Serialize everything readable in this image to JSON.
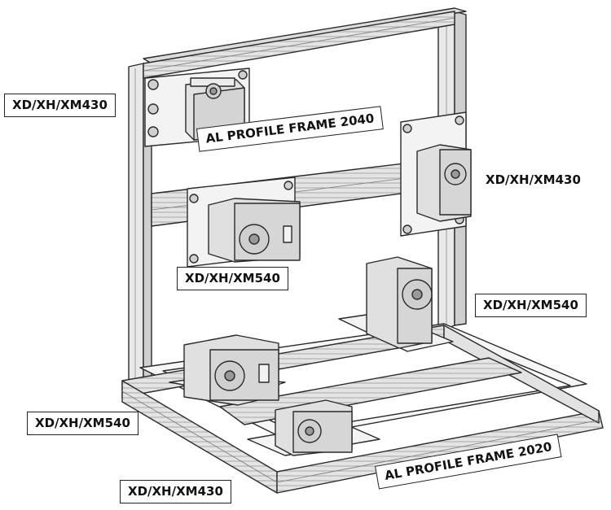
{
  "labels": {
    "servo_top_left": "XD/XH/XM430",
    "frame_2040": "AL PROFILE FRAME 2040",
    "servo_right_upper": "XD/XH/XM430",
    "servo_middle_left": "XD/XH/XM540",
    "servo_right_lower": "XD/XH/XM540",
    "servo_bottom_left": "XD/XH/XM540",
    "servo_bottom_front": "XD/XH/XM430",
    "frame_2020": "AL PROFILE FRAME 2020"
  }
}
